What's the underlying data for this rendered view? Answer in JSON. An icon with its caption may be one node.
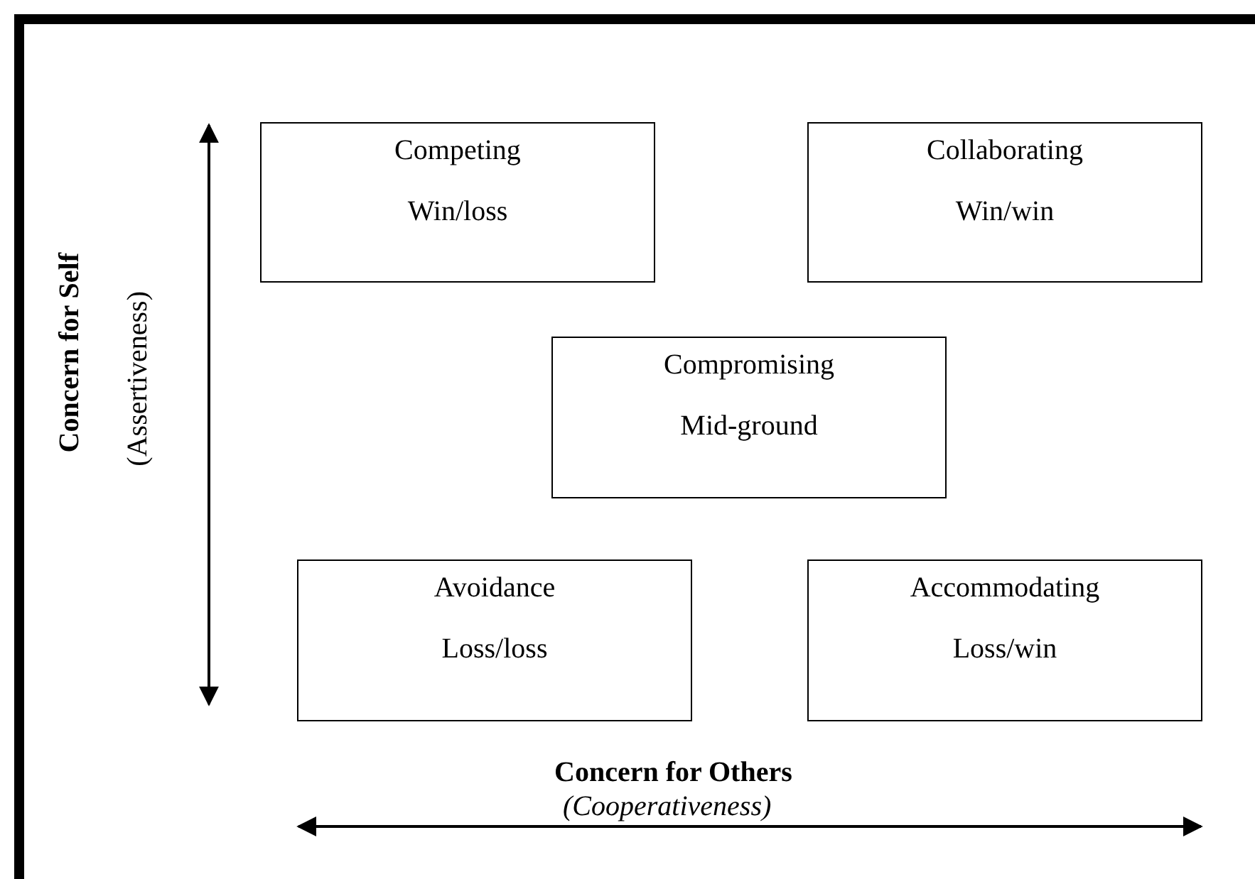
{
  "diagram": {
    "nodes": [
      {
        "text": [
          "Competing",
          "Win/loss"
        ]
      },
      {
        "text": [
          "Collaborating",
          "Win/win"
        ]
      },
      {
        "text": [
          "Compromising",
          "Mid-ground"
        ]
      },
      {
        "text": [
          "Avoidance",
          "Loss/loss"
        ]
      },
      {
        "text": [
          "Accommodating",
          "Loss/win"
        ]
      }
    ],
    "edges": [],
    "labels": [
      "Concern for Self",
      "(Assertiveness)",
      "Concern for Others",
      "(Cooperativeness)"
    ]
  }
}
